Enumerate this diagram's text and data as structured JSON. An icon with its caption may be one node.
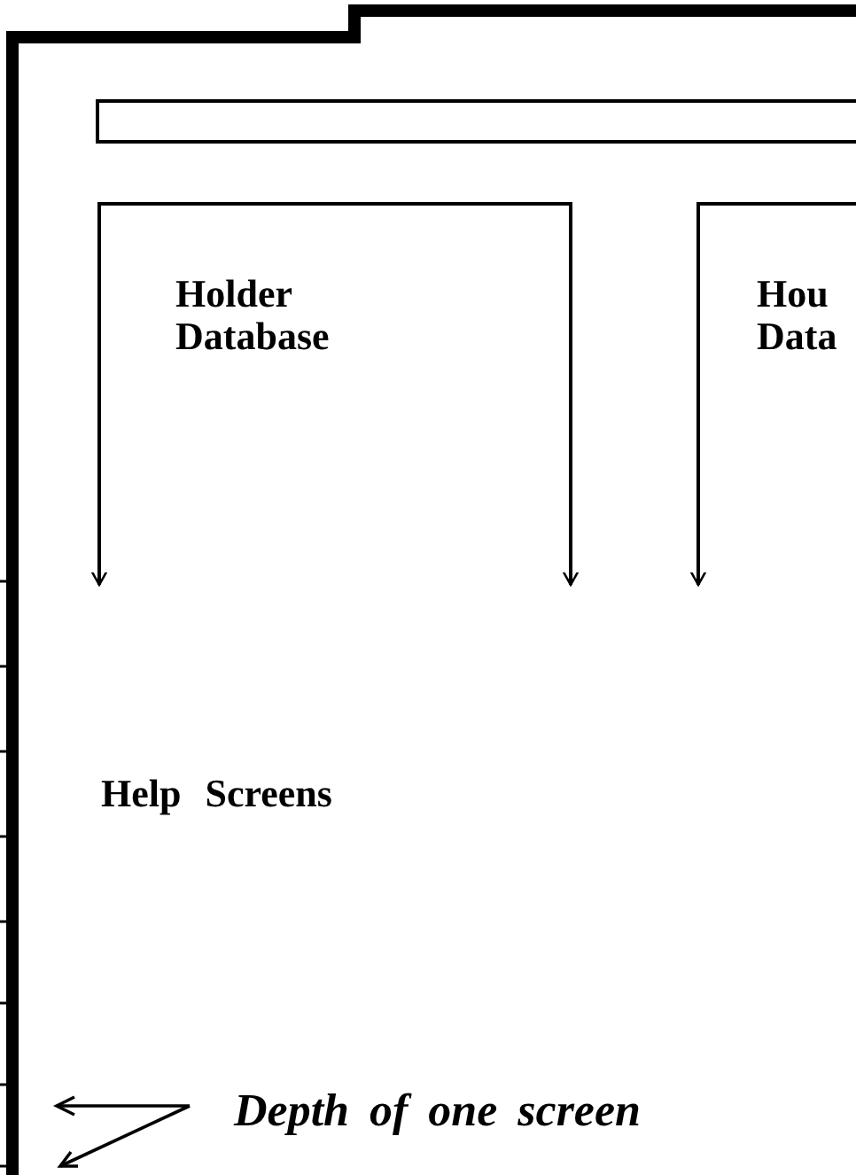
{
  "diagram": {
    "nodes": [
      {
        "text": [],
        "shape": "box"
      },
      {
        "text": [],
        "shape": "bar",
        "in": 0
      },
      {
        "text": [
          "Holder Database"
        ],
        "in": 0
      },
      {
        "text": [
          "Hou Data"
        ],
        "in": 0
      },
      {
        "text": [
          "Help Screens"
        ],
        "in": 0
      }
    ],
    "edges": [
      {
        "from": 2,
        "to": null,
        "arrow": "to"
      },
      {
        "from": 2,
        "to": null,
        "arrow": "to"
      },
      {
        "from": 3,
        "to": null,
        "arrow": "to"
      }
    ],
    "labels": [
      "Depth of one screen"
    ]
  }
}
